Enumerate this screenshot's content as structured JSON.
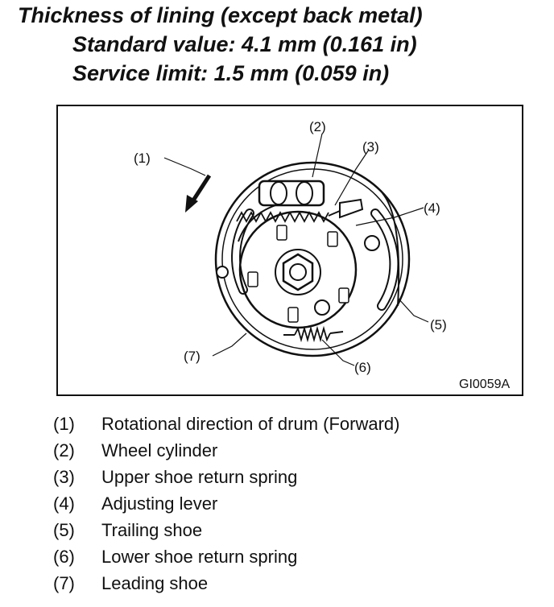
{
  "header": {
    "title": "Thickness of lining (except back metal)",
    "standard": "Standard value: 4.1 mm (0.161 in)",
    "limit": "Service limit: 1.5 mm (0.059 in)"
  },
  "figure": {
    "code": "GI0059A",
    "callouts": [
      "(1)",
      "(2)",
      "(3)",
      "(4)",
      "(5)",
      "(6)",
      "(7)"
    ]
  },
  "legend": [
    {
      "num": "(1)",
      "text": "Rotational direction of drum (Forward)"
    },
    {
      "num": "(2)",
      "text": "Wheel cylinder"
    },
    {
      "num": "(3)",
      "text": "Upper shoe return spring"
    },
    {
      "num": "(4)",
      "text": "Adjusting lever"
    },
    {
      "num": "(5)",
      "text": "Trailing shoe"
    },
    {
      "num": "(6)",
      "text": "Lower shoe return spring"
    },
    {
      "num": "(7)",
      "text": "Leading shoe"
    }
  ]
}
